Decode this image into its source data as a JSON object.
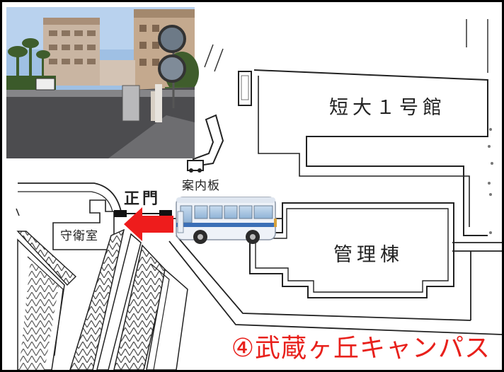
{
  "map": {
    "buildings": {
      "tandai_1gokan": "短大１号館",
      "kanri_to": "管理棟",
      "shuei_shitsu": "守衛室"
    },
    "labels": {
      "annaiban": "案内板",
      "seimon": "正門"
    },
    "campus_name": "④武蔵ヶ丘キャンパス"
  },
  "colors": {
    "title": "#e8201b",
    "arrow": "#ee1c1c",
    "bus_body": "#eef2f8",
    "bus_stripe": "#3b6fb6",
    "line": "#222222"
  },
  "icons": {
    "arrow": "red-arrow-icon",
    "bus": "bus-icon",
    "sign": "guide-board-icon"
  }
}
